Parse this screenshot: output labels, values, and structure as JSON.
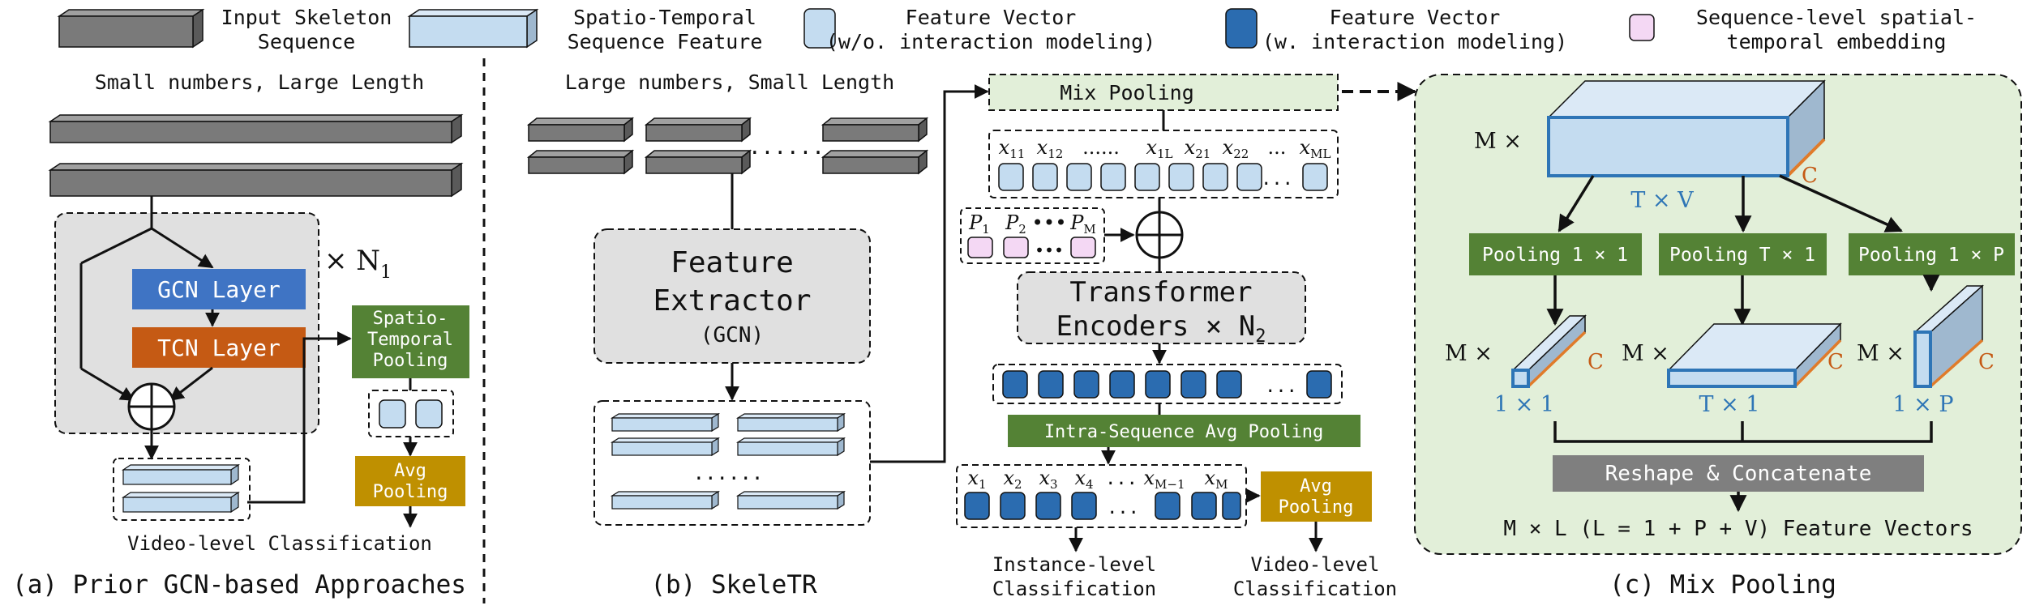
{
  "legend": {
    "skeleton": [
      "Input Skeleton",
      "Sequence"
    ],
    "st_feature": [
      "Spatio-Temporal",
      "Sequence Feature"
    ],
    "fv_plain": [
      "Feature Vector",
      "(w/o. interaction modeling)"
    ],
    "fv_inter": [
      "Feature Vector",
      "(w. interaction modeling)"
    ],
    "seq_embed": [
      "Sequence-level spatial-",
      "temporal embedding"
    ]
  },
  "panel_a": {
    "header": "Small numbers, Large Length",
    "gcn": "GCN Layer",
    "tcn": "TCN Layer",
    "repeat": "× N",
    "repeat_sub": "1",
    "st_pool": [
      "Spatio-",
      "Temporal",
      "Pooling"
    ],
    "avg_pool": [
      "Avg",
      "Pooling"
    ],
    "output": "Video-level Classification",
    "caption": "(a) Prior GCN-based Approaches"
  },
  "panel_b": {
    "header": "Large numbers, Small Length",
    "dots": "......",
    "dots_inner": "......",
    "extractor": [
      "Feature",
      "Extractor",
      "(GCN)"
    ],
    "mix_pool": "Mix Pooling",
    "tokens": [
      "x",
      "x",
      "......",
      "x",
      "x",
      "x",
      "...",
      "x"
    ],
    "token_subs": [
      "11",
      "12",
      "",
      "1L",
      "21",
      "22",
      "",
      "ML"
    ],
    "pos": [
      "P",
      "P",
      "P"
    ],
    "pos_subs": [
      "1",
      "2",
      "M"
    ],
    "pos_dots": "•••",
    "transformer": [
      "Transformer",
      "Encoders × N"
    ],
    "transformer_sub": "2",
    "ellipsis": "...",
    "intra_pool": "Intra-Sequence Avg Pooling",
    "instances": [
      "x",
      "x",
      "x",
      "x",
      "...",
      "x",
      "x"
    ],
    "instance_subs": [
      "1",
      "2",
      "3",
      "4",
      "",
      "M−1",
      "M"
    ],
    "avg_pool": [
      "Avg",
      "Pooling"
    ],
    "out_instance": [
      "Instance-level",
      "Classification"
    ],
    "out_video": [
      "Video-level",
      "Classification"
    ],
    "caption": "(b) SkeleTR"
  },
  "panel_c": {
    "m": "M ×",
    "c": "C",
    "tv": "T × V",
    "pool1": "Pooling 1 × 1",
    "pool2": "Pooling T × 1",
    "pool3": "Pooling 1 × P",
    "lab1": "1 × 1",
    "lab2": "T × 1",
    "lab3": "1 × P",
    "reshape": "Reshape & Concatenate",
    "output": "M × L (L = 1 + P + V)  Feature Vectors",
    "caption": "(c) Mix Pooling"
  },
  "colors": {
    "gray": "#7a7a7a",
    "light_blue": "#c4dcf0",
    "dark_blue": "#2b6cb0",
    "pink": "#f4d8f4",
    "gcn": "#3f74c4",
    "tcn": "#c55a14",
    "green": "#548235",
    "gold": "#bf9000",
    "green_bg": "#e2efd9",
    "gray_bg": "#e0e0e0",
    "orange_edge": "#e07b2a",
    "blue_edge": "#2e75b6"
  }
}
